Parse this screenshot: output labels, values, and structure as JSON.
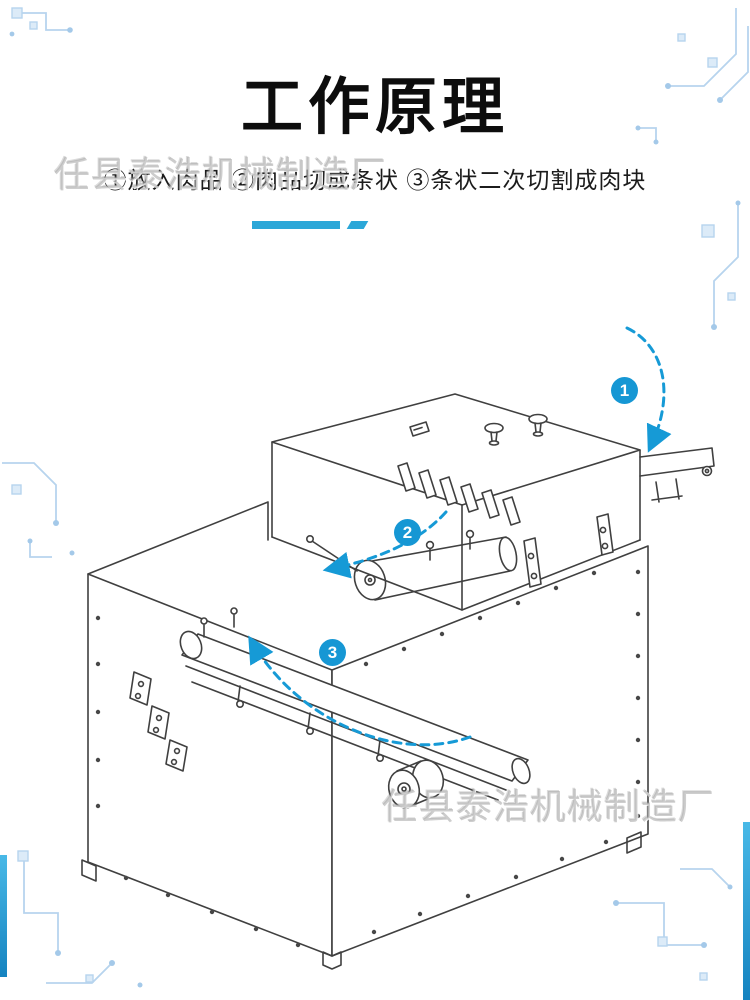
{
  "header": {
    "title": "工作原理",
    "subtitle": "①放入肉品 ②肉品切成条状 ③条状二次切割成肉块"
  },
  "steps": [
    {
      "num": "1",
      "label": "放入肉品"
    },
    {
      "num": "2",
      "label": "肉品切成条状"
    },
    {
      "num": "3",
      "label": "条状二次切割成肉块"
    }
  ],
  "watermark": "任县泰浩机械制造厂",
  "illustration": "meat-cutting-machine-line-drawing",
  "icons": [
    "step-1-badge",
    "step-2-badge",
    "step-3-badge",
    "dashed-flow-arrows",
    "circuit-decorations"
  ],
  "colors": {
    "title_text": "#0d0d0d",
    "accent_blue": "#169ad6",
    "divider_blue": "#2ba7d8",
    "circuit_blue": "#b7d4ee",
    "watermark_gray": "#a5a5a5",
    "line_art": "#404040"
  }
}
